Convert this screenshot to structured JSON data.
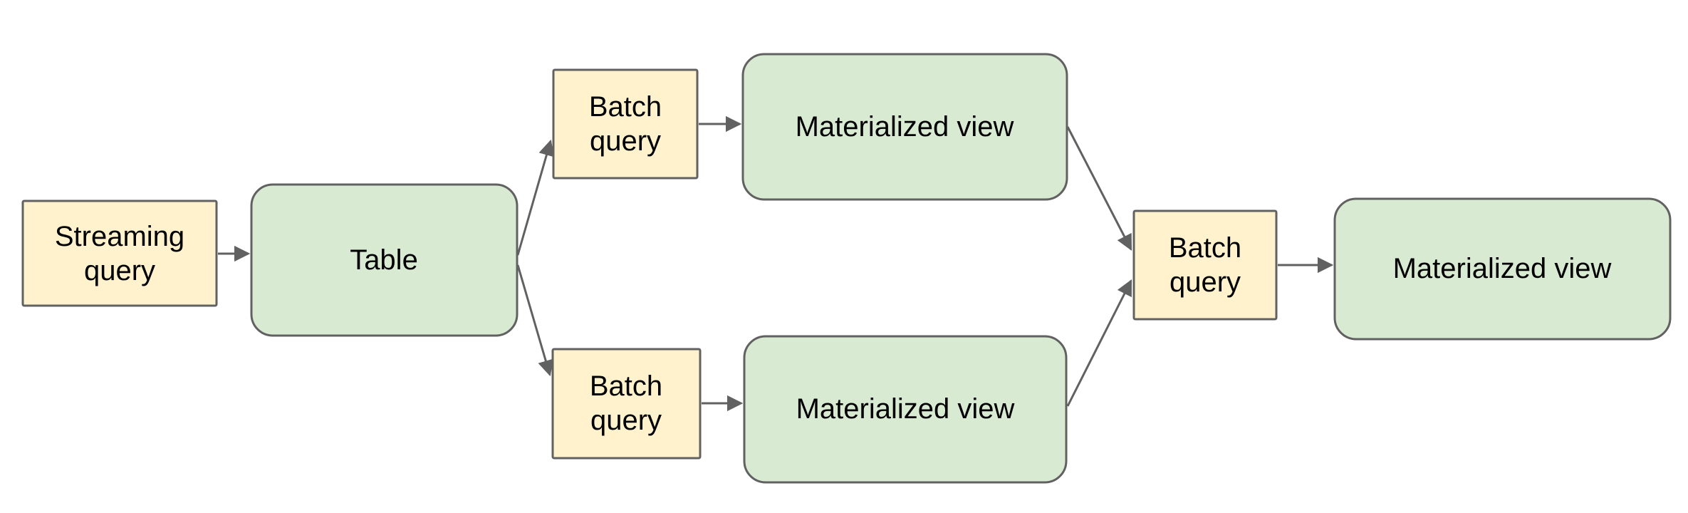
{
  "diagram": {
    "colors": {
      "background": "#ffffff",
      "query_fill": "#fff2cc",
      "entity_fill": "#d9ead3",
      "stroke": "#616161",
      "text": "#000000"
    },
    "nodes": [
      {
        "id": "streaming-query",
        "label": "Streaming query",
        "lines": [
          "Streaming",
          "query"
        ],
        "kind": "query"
      },
      {
        "id": "table",
        "label": "Table",
        "lines": [
          "Table"
        ],
        "kind": "entity"
      },
      {
        "id": "batch-query-top",
        "label": "Batch query",
        "lines": [
          "Batch",
          "query"
        ],
        "kind": "query"
      },
      {
        "id": "materialized-view-top",
        "label": "Materialized view",
        "lines": [
          "Materialized view"
        ],
        "kind": "entity"
      },
      {
        "id": "batch-query-bottom",
        "label": "Batch query",
        "lines": [
          "Batch",
          "query"
        ],
        "kind": "query"
      },
      {
        "id": "materialized-view-bottom",
        "label": "Materialized view",
        "lines": [
          "Materialized view"
        ],
        "kind": "entity"
      },
      {
        "id": "batch-query-final",
        "label": "Batch query",
        "lines": [
          "Batch",
          "query"
        ],
        "kind": "query"
      },
      {
        "id": "materialized-view-final",
        "label": "Materialized view",
        "lines": [
          "Materialized view"
        ],
        "kind": "entity"
      }
    ],
    "edges": [
      {
        "from": "streaming-query",
        "to": "table"
      },
      {
        "from": "table",
        "to": "batch-query-top"
      },
      {
        "from": "table",
        "to": "batch-query-bottom"
      },
      {
        "from": "batch-query-top",
        "to": "materialized-view-top"
      },
      {
        "from": "batch-query-bottom",
        "to": "materialized-view-bottom"
      },
      {
        "from": "materialized-view-top",
        "to": "batch-query-final"
      },
      {
        "from": "materialized-view-bottom",
        "to": "batch-query-final"
      },
      {
        "from": "batch-query-final",
        "to": "materialized-view-final"
      }
    ]
  }
}
